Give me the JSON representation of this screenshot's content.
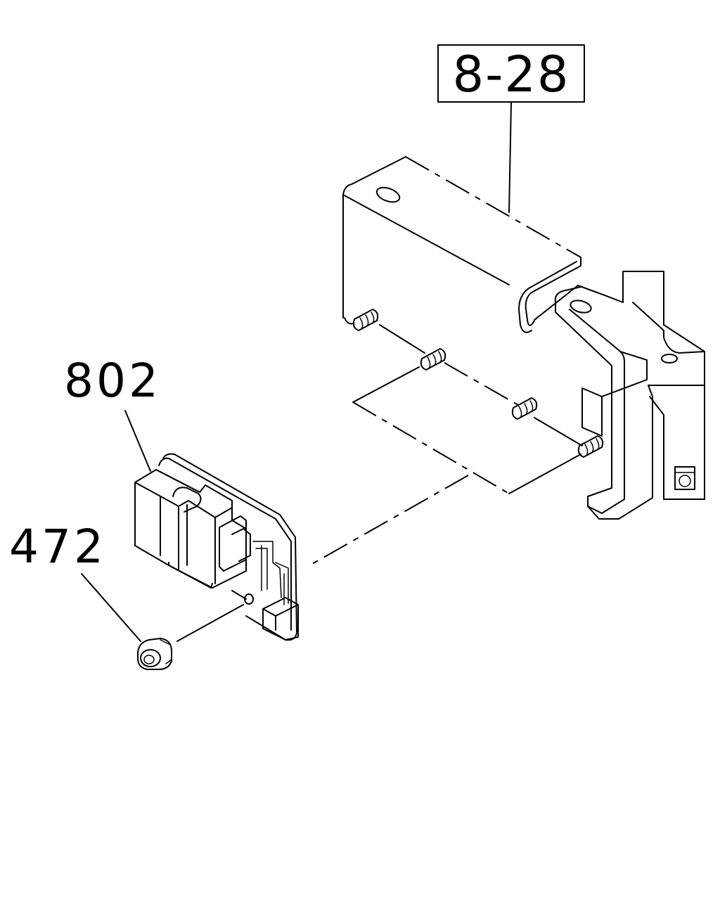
{
  "reference_box": {
    "label": "8-28"
  },
  "callouts": [
    {
      "id": "bracket-ref",
      "label": "8-28"
    },
    {
      "id": "relay-unit",
      "label": "802"
    },
    {
      "id": "flange-nut",
      "label": "472"
    }
  ],
  "labels": {
    "relay": "802",
    "nut": "472"
  }
}
